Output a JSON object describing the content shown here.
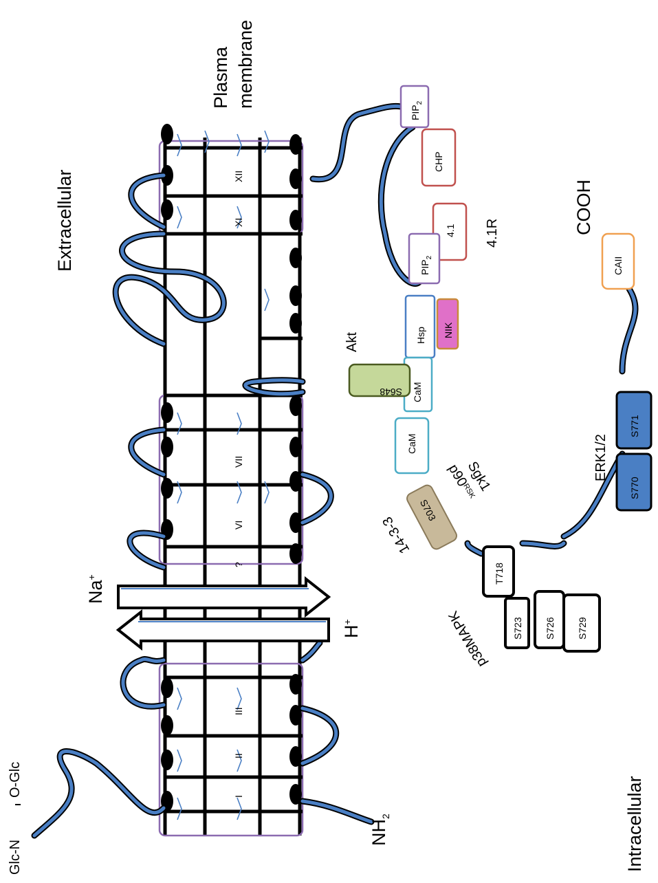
{
  "regions": {
    "extracellular": "Extracellular",
    "intracellular": "Intracellular",
    "plasma_membrane_line1": "Plasma",
    "plasma_membrane_line2": "membrane"
  },
  "termini": {
    "n_terminus": "NH",
    "n_sub": "2",
    "c_terminus": "COOH"
  },
  "glycosylation": {
    "n_linked": "Glc-N",
    "o_linked": "O-Glc"
  },
  "ions": {
    "sodium": "Na",
    "sodium_sup": "+",
    "proton": "H",
    "proton_sup": "+"
  },
  "tm_segments": [
    "I",
    "II",
    "III",
    "?",
    "VI",
    "VII",
    "XI",
    "XII"
  ],
  "binding_partners": {
    "pip2_top": "PIP",
    "pip2_top_sub": "2",
    "chp": "CHP",
    "erm": "4.1",
    "pip2_mid": "PIP",
    "pip2_mid_sub": "2",
    "four_one_r": "4.1R",
    "nik": "NIK",
    "hsp": "Hsp",
    "cam_lower": "CaM",
    "cam_upper": "CaM",
    "caii": "CAII"
  },
  "kinases": {
    "akt": "Akt",
    "erk": "ERK1/2",
    "p90rsk": "p90",
    "p90rsk_sub": "RSK",
    "sgk1": "Sgk1",
    "fourteen_three_three": "14-3-3",
    "p38": "p38MAPK"
  },
  "phosphosites": {
    "s648": "S648",
    "s703": "S703",
    "s770": "S770",
    "s771": "S771",
    "t718": "T718",
    "s723": "S723",
    "s726": "S726",
    "s729": "S729"
  },
  "colors": {
    "backbone_blue": "#4a7fc4",
    "membrane_purple": "#8b6bb0",
    "s648_fill": "#c5d89a",
    "s703_fill": "#c8b99a",
    "erk_sites_fill": "#4a7fc4",
    "nik_fill": "#e070c8",
    "chp_border": "#c0504d",
    "cam_border": "#4bacc6",
    "caii_border": "#f0a050"
  }
}
